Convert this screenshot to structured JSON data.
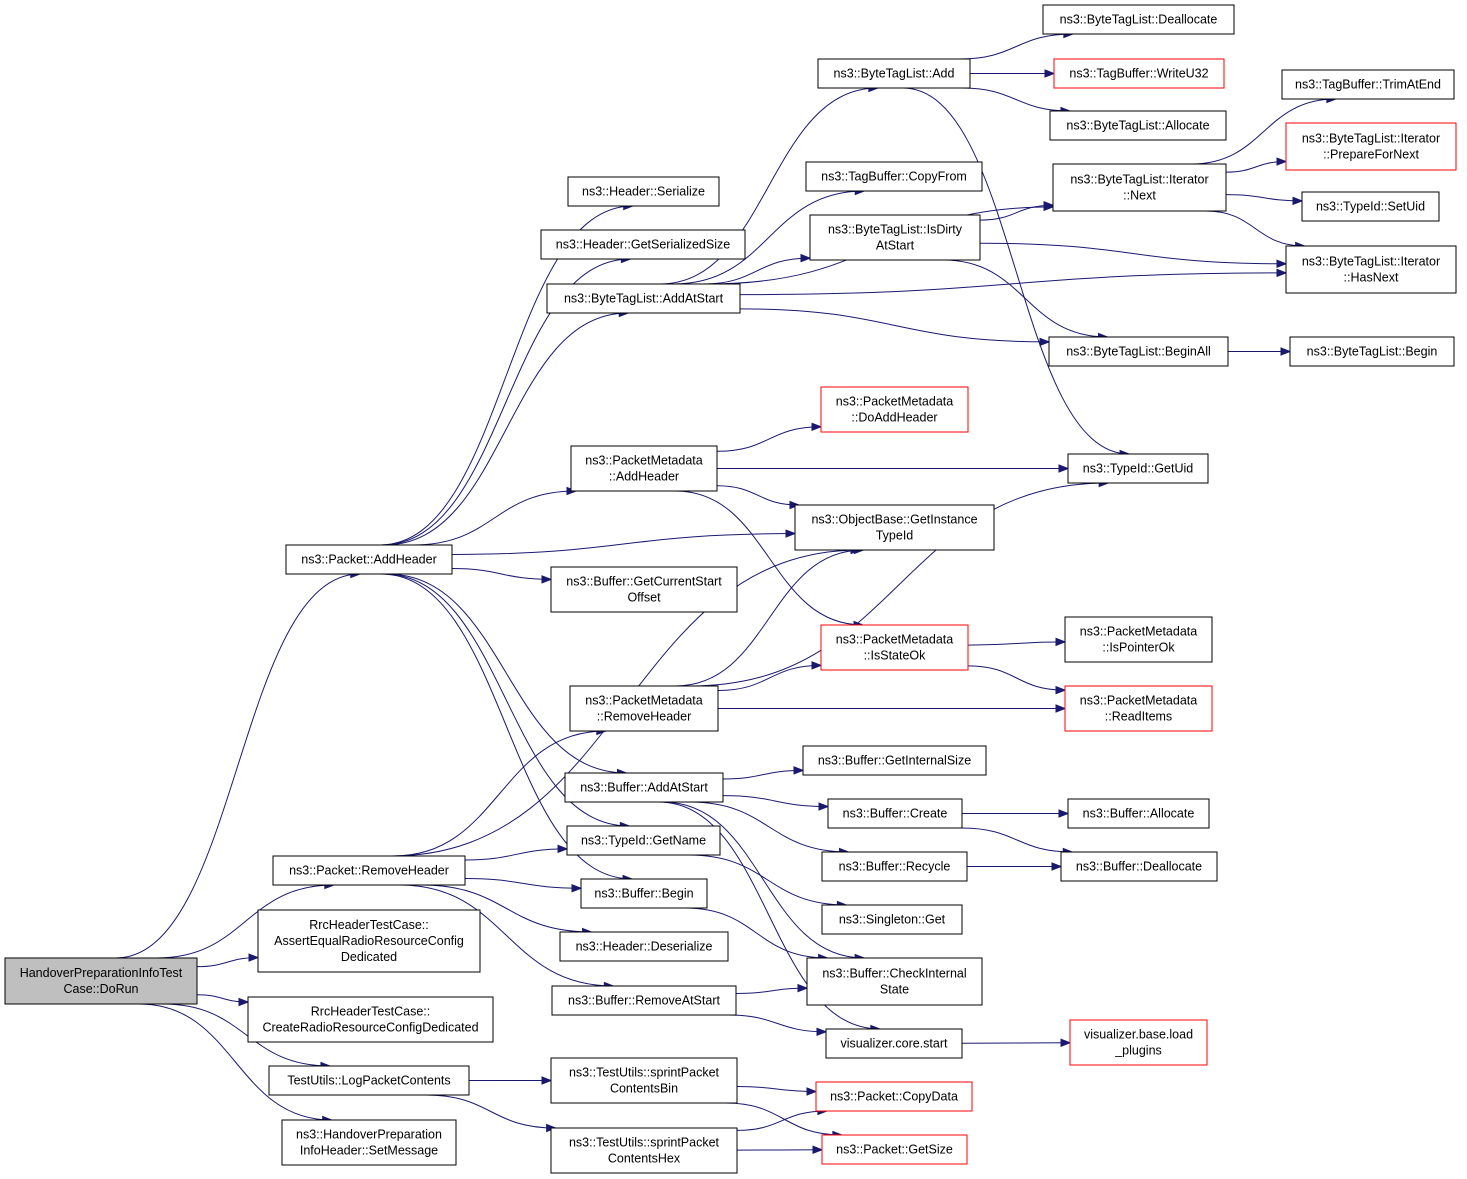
{
  "colors": {
    "edge": "#191970",
    "highlight_border": "#ff0000",
    "root_fill": "#bfbfbf"
  },
  "nodes": [
    {
      "id": "root",
      "lines": [
        "HandoverPreparationInfoTest",
        "Case::DoRun"
      ],
      "style": "root"
    },
    {
      "id": "pkt_addheader",
      "lines": [
        "ns3::Packet::AddHeader"
      ],
      "style": "normal"
    },
    {
      "id": "pkt_removeheader",
      "lines": [
        "ns3::Packet::RemoveHeader"
      ],
      "style": "normal"
    },
    {
      "id": "rrc_assert",
      "lines": [
        "RrcHeaderTestCase::",
        "AssertEqualRadioResourceConfig",
        "Dedicated"
      ],
      "style": "normal"
    },
    {
      "id": "rrc_create",
      "lines": [
        "RrcHeaderTestCase::",
        "CreateRadioResourceConfigDedicated"
      ],
      "style": "normal"
    },
    {
      "id": "tu_logpkt",
      "lines": [
        "TestUtils::LogPacketContents"
      ],
      "style": "normal"
    },
    {
      "id": "hpi_setmsg",
      "lines": [
        "ns3::HandoverPreparation",
        "InfoHeader::SetMessage"
      ],
      "style": "normal"
    },
    {
      "id": "hdr_serialize",
      "lines": [
        "ns3::Header::Serialize"
      ],
      "style": "normal"
    },
    {
      "id": "hdr_getsize",
      "lines": [
        "ns3::Header::GetSerializedSize"
      ],
      "style": "normal"
    },
    {
      "id": "btl_addatstart",
      "lines": [
        "ns3::ByteTagList::AddAtStart"
      ],
      "style": "normal"
    },
    {
      "id": "pm_addheader",
      "lines": [
        "ns3::PacketMetadata",
        "::AddHeader"
      ],
      "style": "normal"
    },
    {
      "id": "buf_getcurstart",
      "lines": [
        "ns3::Buffer::GetCurrentStart",
        "Offset"
      ],
      "style": "normal"
    },
    {
      "id": "pm_removeheader",
      "lines": [
        "ns3::PacketMetadata",
        "::RemoveHeader"
      ],
      "style": "normal"
    },
    {
      "id": "buf_addatstart",
      "lines": [
        "ns3::Buffer::AddAtStart"
      ],
      "style": "normal"
    },
    {
      "id": "typeid_getname",
      "lines": [
        "ns3::TypeId::GetName"
      ],
      "style": "normal"
    },
    {
      "id": "buf_begin",
      "lines": [
        "ns3::Buffer::Begin"
      ],
      "style": "normal"
    },
    {
      "id": "hdr_deserialize",
      "lines": [
        "ns3::Header::Deserialize"
      ],
      "style": "normal"
    },
    {
      "id": "buf_removeatstart",
      "lines": [
        "ns3::Buffer::RemoveAtStart"
      ],
      "style": "normal"
    },
    {
      "id": "tu_sprintbin",
      "lines": [
        "ns3::TestUtils::sprintPacket",
        "ContentsBin"
      ],
      "style": "normal"
    },
    {
      "id": "tu_sprinthex",
      "lines": [
        "ns3::TestUtils::sprintPacket",
        "ContentsHex"
      ],
      "style": "normal"
    },
    {
      "id": "btl_add",
      "lines": [
        "ns3::ByteTagList::Add"
      ],
      "style": "normal"
    },
    {
      "id": "tb_copyfrom",
      "lines": [
        "ns3::TagBuffer::CopyFrom"
      ],
      "style": "normal"
    },
    {
      "id": "btl_isdirty",
      "lines": [
        "ns3::ByteTagList::IsDirty",
        "AtStart"
      ],
      "style": "normal"
    },
    {
      "id": "pm_doaddheader",
      "lines": [
        "ns3::PacketMetadata",
        "::DoAddHeader"
      ],
      "style": "red"
    },
    {
      "id": "ob_getinst",
      "lines": [
        "ns3::ObjectBase::GetInstance",
        "TypeId"
      ],
      "style": "normal"
    },
    {
      "id": "pm_isstateok",
      "lines": [
        "ns3::PacketMetadata",
        "::IsStateOk"
      ],
      "style": "red"
    },
    {
      "id": "buf_getinternal",
      "lines": [
        "ns3::Buffer::GetInternalSize"
      ],
      "style": "normal"
    },
    {
      "id": "buf_create",
      "lines": [
        "ns3::Buffer::Create"
      ],
      "style": "normal"
    },
    {
      "id": "buf_recycle",
      "lines": [
        "ns3::Buffer::Recycle"
      ],
      "style": "normal"
    },
    {
      "id": "singleton_get",
      "lines": [
        "ns3::Singleton::Get"
      ],
      "style": "normal"
    },
    {
      "id": "buf_checkinternal",
      "lines": [
        "ns3::Buffer::CheckInternal",
        "State"
      ],
      "style": "normal"
    },
    {
      "id": "viz_core_start",
      "lines": [
        "visualizer.core.start"
      ],
      "style": "normal"
    },
    {
      "id": "pkt_copydata",
      "lines": [
        "ns3::Packet::CopyData"
      ],
      "style": "red"
    },
    {
      "id": "pkt_getsize",
      "lines": [
        "ns3::Packet::GetSize"
      ],
      "style": "red"
    },
    {
      "id": "btl_dealloc",
      "lines": [
        "ns3::ByteTagList::Deallocate"
      ],
      "style": "normal"
    },
    {
      "id": "tb_writeu32",
      "lines": [
        "ns3::TagBuffer::WriteU32"
      ],
      "style": "red"
    },
    {
      "id": "btl_alloc",
      "lines": [
        "ns3::ByteTagList::Allocate"
      ],
      "style": "normal"
    },
    {
      "id": "btl_it_next",
      "lines": [
        "ns3::ByteTagList::Iterator",
        "::Next"
      ],
      "style": "normal"
    },
    {
      "id": "btl_beginall",
      "lines": [
        "ns3::ByteTagList::BeginAll"
      ],
      "style": "normal"
    },
    {
      "id": "typeid_getuid",
      "lines": [
        "ns3::TypeId::GetUid"
      ],
      "style": "normal"
    },
    {
      "id": "pm_ispointerok",
      "lines": [
        "ns3::PacketMetadata",
        "::IsPointerOk"
      ],
      "style": "normal"
    },
    {
      "id": "pm_readitems",
      "lines": [
        "ns3::PacketMetadata",
        "::ReadItems"
      ],
      "style": "red"
    },
    {
      "id": "buf_allocate",
      "lines": [
        "ns3::Buffer::Allocate"
      ],
      "style": "normal"
    },
    {
      "id": "buf_deallocate",
      "lines": [
        "ns3::Buffer::Deallocate"
      ],
      "style": "normal"
    },
    {
      "id": "viz_base_load",
      "lines": [
        "visualizer.base.load",
        "_plugins"
      ],
      "style": "red"
    },
    {
      "id": "tb_trimatend",
      "lines": [
        "ns3::TagBuffer::TrimAtEnd"
      ],
      "style": "normal"
    },
    {
      "id": "btl_it_prepare",
      "lines": [
        "ns3::ByteTagList::Iterator",
        "::PrepareForNext"
      ],
      "style": "red"
    },
    {
      "id": "typeid_setuid",
      "lines": [
        "ns3::TypeId::SetUid"
      ],
      "style": "normal"
    },
    {
      "id": "btl_it_hasnext",
      "lines": [
        "ns3::ByteTagList::Iterator",
        "::HasNext"
      ],
      "style": "normal"
    },
    {
      "id": "btl_begin",
      "lines": [
        "ns3::ByteTagList::Begin"
      ],
      "style": "normal"
    }
  ],
  "edges": [
    [
      "root",
      "pkt_addheader"
    ],
    [
      "root",
      "pkt_removeheader"
    ],
    [
      "root",
      "rrc_assert"
    ],
    [
      "root",
      "rrc_create"
    ],
    [
      "root",
      "tu_logpkt"
    ],
    [
      "root",
      "hpi_setmsg"
    ],
    [
      "pkt_addheader",
      "hdr_serialize"
    ],
    [
      "pkt_addheader",
      "hdr_getsize"
    ],
    [
      "pkt_addheader",
      "btl_addatstart"
    ],
    [
      "pkt_addheader",
      "pm_addheader"
    ],
    [
      "pkt_addheader",
      "ob_getinst"
    ],
    [
      "pkt_addheader",
      "buf_getcurstart"
    ],
    [
      "pkt_addheader",
      "buf_addatstart"
    ],
    [
      "pkt_addheader",
      "typeid_getname"
    ],
    [
      "pkt_addheader",
      "buf_begin"
    ],
    [
      "pkt_removeheader",
      "pm_removeheader"
    ],
    [
      "pkt_removeheader",
      "ob_getinst"
    ],
    [
      "pkt_removeheader",
      "typeid_getname"
    ],
    [
      "pkt_removeheader",
      "buf_begin"
    ],
    [
      "pkt_removeheader",
      "hdr_deserialize"
    ],
    [
      "pkt_removeheader",
      "buf_removeatstart"
    ],
    [
      "tu_logpkt",
      "tu_sprintbin"
    ],
    [
      "tu_logpkt",
      "tu_sprinthex"
    ],
    [
      "btl_addatstart",
      "btl_add"
    ],
    [
      "btl_addatstart",
      "tb_copyfrom"
    ],
    [
      "btl_addatstart",
      "btl_isdirty"
    ],
    [
      "btl_addatstart",
      "btl_it_next"
    ],
    [
      "btl_addatstart",
      "btl_it_hasnext"
    ],
    [
      "btl_addatstart",
      "btl_beginall"
    ],
    [
      "pm_addheader",
      "pm_doaddheader"
    ],
    [
      "pm_addheader",
      "typeid_getuid"
    ],
    [
      "pm_addheader",
      "ob_getinst"
    ],
    [
      "pm_addheader",
      "pm_isstateok"
    ],
    [
      "pm_removeheader",
      "ob_getinst"
    ],
    [
      "pm_removeheader",
      "typeid_getuid"
    ],
    [
      "pm_removeheader",
      "pm_isstateok"
    ],
    [
      "pm_removeheader",
      "pm_readitems"
    ],
    [
      "buf_addatstart",
      "buf_getinternal"
    ],
    [
      "buf_addatstart",
      "buf_create"
    ],
    [
      "buf_addatstart",
      "buf_recycle"
    ],
    [
      "buf_addatstart",
      "buf_checkinternal"
    ],
    [
      "buf_addatstart",
      "viz_core_start"
    ],
    [
      "typeid_getname",
      "singleton_get"
    ],
    [
      "buf_begin",
      "buf_checkinternal"
    ],
    [
      "buf_removeatstart",
      "buf_checkinternal"
    ],
    [
      "buf_removeatstart",
      "viz_core_start"
    ],
    [
      "tu_sprintbin",
      "pkt_copydata"
    ],
    [
      "tu_sprintbin",
      "pkt_getsize"
    ],
    [
      "tu_sprinthex",
      "pkt_copydata"
    ],
    [
      "tu_sprinthex",
      "pkt_getsize"
    ],
    [
      "btl_add",
      "btl_dealloc"
    ],
    [
      "btl_add",
      "tb_writeu32"
    ],
    [
      "btl_add",
      "btl_alloc"
    ],
    [
      "btl_add",
      "typeid_getuid"
    ],
    [
      "btl_isdirty",
      "btl_it_next"
    ],
    [
      "btl_isdirty",
      "btl_it_hasnext"
    ],
    [
      "btl_isdirty",
      "btl_beginall"
    ],
    [
      "pm_isstateok",
      "pm_ispointerok"
    ],
    [
      "pm_isstateok",
      "pm_readitems"
    ],
    [
      "buf_create",
      "buf_allocate"
    ],
    [
      "buf_create",
      "buf_deallocate"
    ],
    [
      "buf_recycle",
      "buf_deallocate"
    ],
    [
      "viz_core_start",
      "viz_base_load"
    ],
    [
      "btl_it_next",
      "tb_trimatend"
    ],
    [
      "btl_it_next",
      "btl_it_prepare"
    ],
    [
      "btl_it_next",
      "typeid_setuid"
    ],
    [
      "btl_it_next",
      "btl_it_hasnext"
    ],
    [
      "btl_beginall",
      "btl_begin"
    ]
  ]
}
